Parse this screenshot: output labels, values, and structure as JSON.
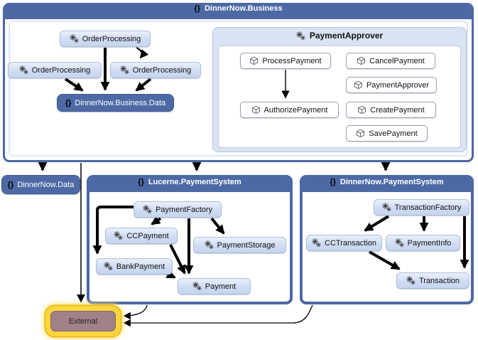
{
  "containers": {
    "business": {
      "prefix": "{}",
      "label": "DinnerNow.Business"
    },
    "lucerne": {
      "prefix": "{}",
      "label": "Lucerne.PaymentSystem"
    },
    "dinnernow_payment": {
      "prefix": "{}",
      "label": "DinnerNow.PaymentSystem"
    },
    "payment_approver": {
      "label": "PaymentApprover"
    }
  },
  "nodes": {
    "order_processing_top": {
      "label": "OrderProcessing"
    },
    "order_processing_left": {
      "label": "OrderProcessing"
    },
    "order_processing_mid": {
      "label": "OrderProcessing"
    },
    "business_data": {
      "prefix": "{}",
      "label": "DinnerNow.Business.Data"
    },
    "dinnernow_data": {
      "prefix": "{}",
      "label": "DinnerNow.Data"
    },
    "process_payment": {
      "label": "ProcessPayment"
    },
    "cancel_payment": {
      "label": "CancelPayment"
    },
    "payment_approver_node": {
      "label": "PaymentApprover"
    },
    "authorize_payment": {
      "label": "AuthorizePayment"
    },
    "create_payment": {
      "label": "CreatePayment"
    },
    "save_payment": {
      "label": "SavePayment"
    },
    "payment_factory": {
      "label": "PaymentFactory"
    },
    "cc_payment": {
      "label": "CCPayment"
    },
    "payment_storage": {
      "label": "PaymentStorage"
    },
    "bank_payment": {
      "label": "BankPayment"
    },
    "payment": {
      "label": "Payment"
    },
    "transaction_factory": {
      "label": "TransactionFactory"
    },
    "cc_transaction": {
      "label": "CCTransaction"
    },
    "payment_info": {
      "label": "PaymentInfo"
    },
    "transaction": {
      "label": "Transaction"
    },
    "external": {
      "label": "External"
    }
  },
  "colors": {
    "container_blue": "#4c69a5",
    "class_node_fill": "#cfdcf3",
    "namespace_node_fill": "#4d6aa6",
    "group_fill": "#d9e3f4",
    "interface_node_fill": "#ffffff",
    "external_glow": "#fbd53d",
    "external_fill": "#a08186",
    "arrow": "#000000"
  }
}
